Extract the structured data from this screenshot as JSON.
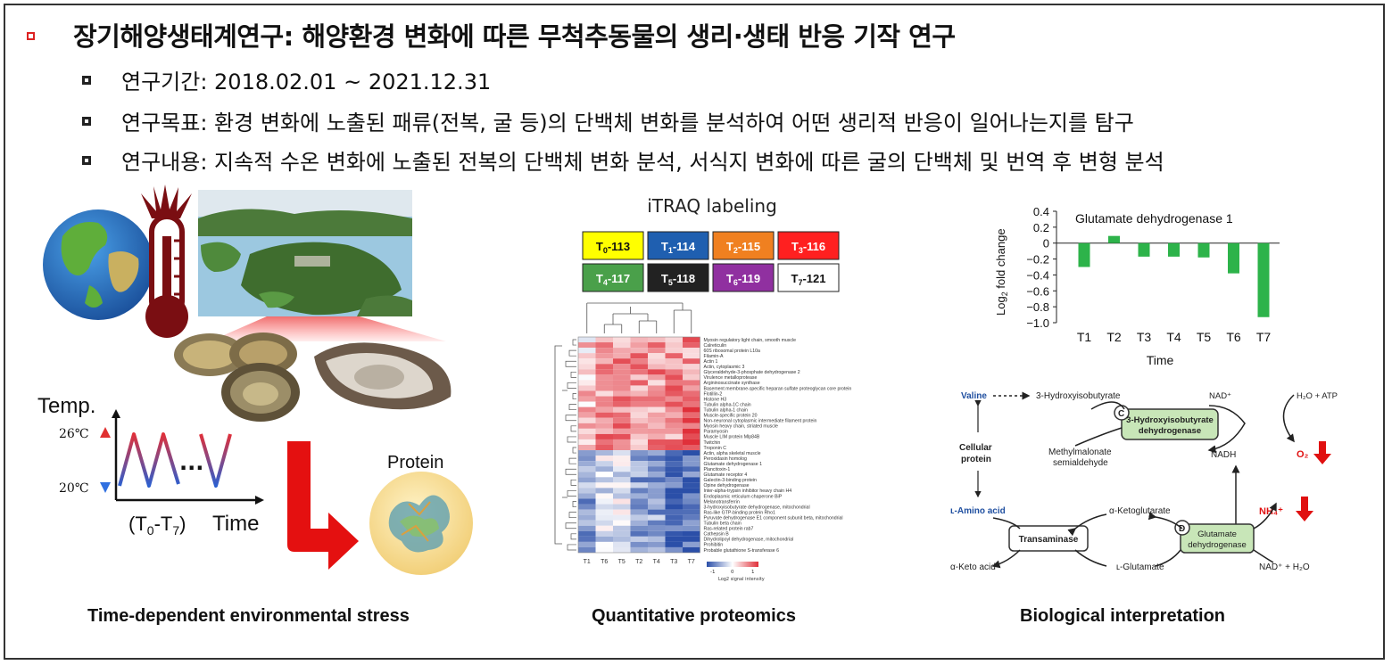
{
  "header": {
    "title": "장기해양생태계연구: 해양환경 변화에 따른 무척추동물의 생리·생태 반응 기작 연구",
    "accent_color": "#d22222",
    "bullets": [
      "연구기간: 2018.02.01 ~ 2021.12.31",
      "연구목표: 환경 변화에 노출된 패류(전복, 굴 등)의 단백체 변화를 분석하여 어떤 생리적 반응이 일어나는지를 탐구",
      "연구내용: 지속적 수온 변화에 노출된 전복의 단백체 변화 분석, 서식지 변화에 따른 굴의 단백체 및 번역 후 변형 분석"
    ]
  },
  "panel_stress": {
    "temp_label": "Temp.",
    "temp_high": "26℃",
    "temp_low": "20℃",
    "ellipsis": "...",
    "time_range_prefix": "(T",
    "time_range_sub0": "0",
    "time_range_mid": "-T",
    "time_range_sub7": "7",
    "time_range_suffix": ")",
    "time_label": "Time",
    "protein_label": "Protein",
    "caption": "Time-dependent environmental stress",
    "icons": [
      "earth-globe-icon",
      "thermometer-icon",
      "coastal-island-photo",
      "abalone-shell-photo",
      "oyster-shell-photo",
      "protein-structure-icon"
    ]
  },
  "panel_proteomics": {
    "itraq_title": "iTRAQ labeling",
    "labels": [
      {
        "t": "T",
        "sub": "0",
        "num": "-113",
        "color": "#ffff00",
        "text_color": "#111"
      },
      {
        "t": "T",
        "sub": "1",
        "num": "-114",
        "color": "#1f5fb0",
        "text_color": "#fff"
      },
      {
        "t": "T",
        "sub": "2",
        "num": "-115",
        "color": "#f08020",
        "text_color": "#fff"
      },
      {
        "t": "T",
        "sub": "3",
        "num": "-116",
        "color": "#ff2020",
        "text_color": "#fff"
      },
      {
        "t": "T",
        "sub": "4",
        "num": "-117",
        "color": "#4aa04a",
        "text_color": "#fff"
      },
      {
        "t": "T",
        "sub": "5",
        "num": "-118",
        "color": "#222222",
        "text_color": "#fff"
      },
      {
        "t": "T",
        "sub": "6",
        "num": "-119",
        "color": "#9030a0",
        "text_color": "#fff"
      },
      {
        "t": "T",
        "sub": "7",
        "num": "-121",
        "color": "#ffffff",
        "text_color": "#111"
      }
    ],
    "heatmap_columns": [
      "T1",
      "T6",
      "T5",
      "T2",
      "T4",
      "T3",
      "T7"
    ],
    "heatmap_rows": [
      "Myosin regulatory light chain, smooth muscle",
      "Calreticulin",
      "60S ribosomal protein L10a",
      "Filamin-A",
      "Actin 1",
      "Actin, cytoplasmic 3",
      "Glyceraldehyde-3-phosphate dehydrogenase 2",
      "Virulence metalloprotease",
      "Argininosuccinate synthase",
      "Basement membrane-specific heparan sulfate proteoglycan core protein",
      "Flotillin-2",
      "Histone H3",
      "Tubulin alpha-1C chain",
      "Tubulin alpha-1 chain",
      "Muscle-specific protein 20",
      "Non-neuronal cytoplasmic intermediate filament protein",
      "Myosin heavy chain, striated muscle",
      "Paramyosin",
      "Muscle LIM protein Mlp84B",
      "Twitchin",
      "Troponin C",
      "Actin, alpha skeletal muscle",
      "Peroxidasin homolog",
      "Glutamate dehydrogenase 1",
      "Plancitoxin-1",
      "Glutamate receptor 4",
      "Galectin-3-binding protein",
      "Opine dehydrogenase",
      "Inter-alpha-trypsin inhibitor heavy chain H4",
      "Endoplasmic reticulum chaperone BiP",
      "Melanotransferrin",
      "3-hydroxyisobutyrate dehydrogenase, mitochondrial",
      "Ras-like GTP-binding protein Rho1",
      "Pyruvate dehydrogenase E1 component subunit beta, mitochondrial",
      "Tubulin beta chain",
      "Ras-related protein rab7",
      "Cathepsin B",
      "Dihydrolipoyl dehydrogenase, mitochondrial",
      "Prohibitin",
      "Probable glutathione S-transferase 6"
    ],
    "heatmap_scale": {
      "min": "-1",
      "mid": "0",
      "max": "1",
      "label": "Log2 signal intensity",
      "low_color": "#2b4fa8",
      "mid_color": "#ffffff",
      "high_color": "#e0303a"
    },
    "caption": "Quantitative proteomics"
  },
  "panel_biology": {
    "chart_data": {
      "type": "bar",
      "title": "Glutamate dehydrogenase 1",
      "categories": [
        "T1",
        "T2",
        "T3",
        "T4",
        "T5",
        "T6",
        "T7"
      ],
      "values": [
        -0.3,
        0.09,
        -0.17,
        -0.17,
        -0.18,
        -0.38,
        -0.93
      ],
      "ylim": [
        -1.0,
        0.4
      ],
      "yticks": [
        "0.4",
        "0.2",
        "0",
        "−0.2",
        "−0.4",
        "−0.6",
        "−0.8",
        "−1.0"
      ],
      "ylabel_prefix": "Log",
      "ylabel_sub": "2",
      "ylabel_suffix": " fold change",
      "xlabel": "Time",
      "bar_color": "#2db34a",
      "grid": false
    },
    "pathway": {
      "valine": "Valine",
      "hib": "3-Hydroxyisobutyrate",
      "enzyme_c_letter": "C",
      "enzyme_c": [
        "3-Hydroxyisobutyrate",
        "dehydrogenase"
      ],
      "nad_top": "NAD⁺",
      "h2o_atp": "H₂O + ATP",
      "cellular_protein": [
        "Cellular",
        "protein"
      ],
      "methylmalonate": [
        "Methylmalonate",
        "semialdehyde"
      ],
      "nadh": "NADH",
      "o2": "O₂",
      "amino_acid": "ʟ-Amino acid",
      "ketoglutarate": "α-Ketoglutarate",
      "nh4": "NH₄⁺",
      "transaminase": "Transaminase",
      "enzyme_d_letter": "D",
      "enzyme_d": [
        "Glutamate",
        "dehydrogenase"
      ],
      "keto_acid": "α-Keto acid",
      "glutamate": "ʟ-Glutamate",
      "nad_h2o": "NAD⁺ + H₂O"
    },
    "caption": "Biological interpretation"
  }
}
